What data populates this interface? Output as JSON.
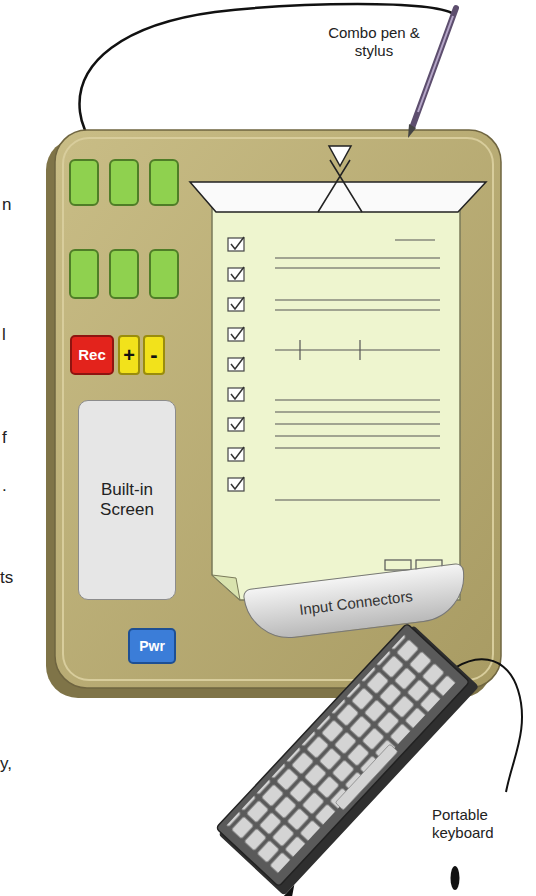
{
  "diagram": {
    "nodes": [
      {
        "text": [
          "Rec"
        ]
      },
      {
        "text": [
          "+"
        ]
      },
      {
        "text": [
          "-"
        ]
      },
      {
        "text": [
          "Built-in Screen"
        ]
      },
      {
        "text": [
          "Pwr"
        ]
      },
      {
        "text": [
          "Input Connectors"
        ]
      }
    ],
    "labels": [
      "Combo pen & stylus",
      "n",
      "l",
      "f",
      ".",
      "ts",
      "y,",
      "Portable keyboard"
    ]
  }
}
